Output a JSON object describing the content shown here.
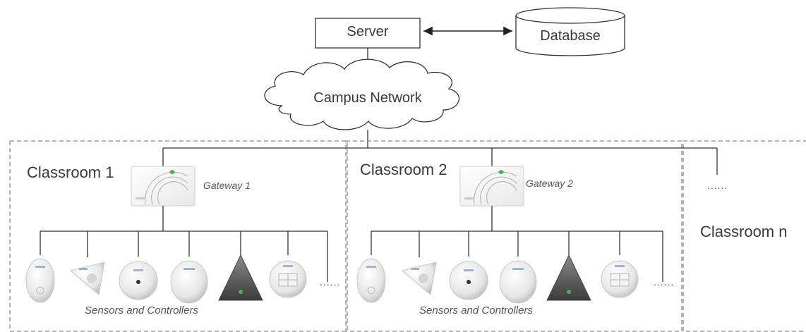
{
  "server": {
    "label": "Server"
  },
  "database": {
    "label": "Database"
  },
  "network": {
    "label": "Campus Network"
  },
  "classrooms": [
    {
      "label": "Classroom 1",
      "gateway": "Gateway 1",
      "devices_label": "Sensors and Controllers",
      "more": "......"
    },
    {
      "label": "Classroom 2",
      "gateway": "Gateway 2",
      "devices_label": "Sensors and Controllers",
      "more": "......"
    },
    {
      "label": "Classroom n",
      "more": "......"
    }
  ],
  "device_icons": [
    "motion-sensor-icon",
    "pir-sensor-icon",
    "round-sensor-icon",
    "dome-sensor-icon",
    "pyramid-controller-icon",
    "panel-controller-icon"
  ],
  "colors": {
    "line": "#333333",
    "dashed": "#888888",
    "gateway_accent": "#4caf50"
  }
}
